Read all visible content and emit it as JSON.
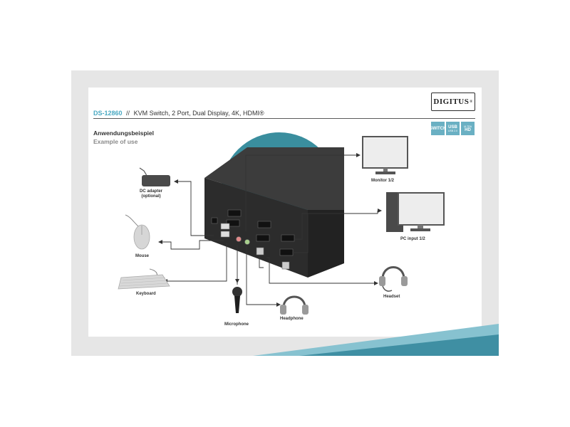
{
  "brand": {
    "logo_text": "DIGITUS",
    "logo_mark": "®"
  },
  "header": {
    "model": "DS-12860",
    "separator": "//",
    "description": "KVM Switch, 2 Port, Dual Display, 4K, HDMI®"
  },
  "section": {
    "title_de": "Anwendungsbeispiel",
    "title_en": "Example of use"
  },
  "badges": [
    {
      "icon": "kvm-switch-badge",
      "line1": "SWITCH",
      "line2": ""
    },
    {
      "icon": "usb-badge",
      "line1": "USB",
      "line2": "USB 2.0"
    },
    {
      "icon": "ultra-hd-badge",
      "line1": "ULTRA",
      "line2": "HD"
    }
  ],
  "devices": {
    "dc_adapter": "DC adapter\n(optional)",
    "mouse": "Mouse",
    "keyboard": "Keyboard",
    "microphone": "Microphone",
    "headphone": "Headphone",
    "headset": "Headset",
    "monitor": "Monitor 1/2",
    "pc": "PC input 1/2"
  },
  "colors": {
    "accent": "#4aa9c2",
    "teal_circle": "#3a8e9e",
    "stripe": "#4c9fb2",
    "device_body": "#2f2f2f",
    "connector_line": "#333333"
  }
}
